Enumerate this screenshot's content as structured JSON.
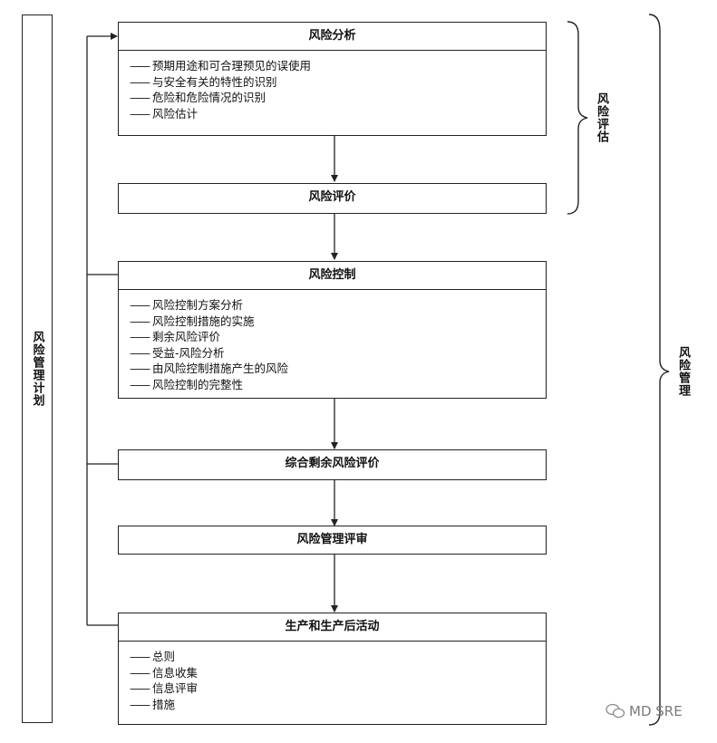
{
  "plan_label": "风险管理计划",
  "assessment_label": "风险评估",
  "management_label": "风险管理",
  "boxes": {
    "analysis": {
      "title": "风险分析",
      "items": [
        "预期用途和可合理预见的误使用",
        "与安全有关的特性的识别",
        "危险和危险情况的识别",
        "风险估计"
      ]
    },
    "evaluation": {
      "title": "风险评价"
    },
    "control": {
      "title": "风险控制",
      "items": [
        "风险控制方案分析",
        "风险控制措施的实施",
        "剩余风险评价",
        "受益-风险分析",
        "由风险控制措施产生的风险",
        "风险控制的完整性"
      ]
    },
    "overall": {
      "title": "综合剩余风险评价"
    },
    "review": {
      "title": "风险管理评审"
    },
    "production": {
      "title": "生产和生产后活动",
      "items": [
        "总则",
        "信息收集",
        "信息评审",
        "措施"
      ]
    }
  },
  "watermark": "MD SRE"
}
